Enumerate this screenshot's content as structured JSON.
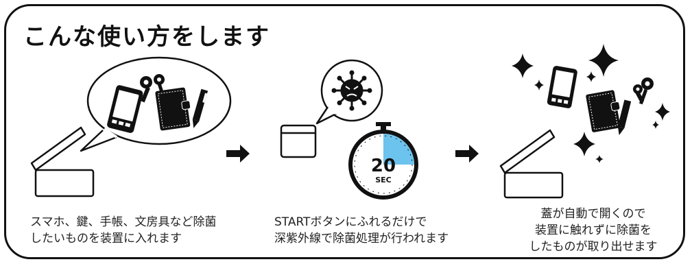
{
  "title": "こんな使い方をします",
  "steps": [
    {
      "lines": [
        "スマホ、鍵、手帳、文房具など除菌",
        "したいものを装置に入れます"
      ]
    },
    {
      "lines": [
        "STARTボタンにふれるだけで",
        "深紫外線で除菌処理が行われます"
      ]
    },
    {
      "lines": [
        "蓋が自動で開くので",
        "装置に触れずに除菌を",
        "したものが取り出せます"
      ]
    }
  ],
  "timer": {
    "value": "20",
    "unit": "SEC",
    "progress": 0.25
  },
  "colors": {
    "accent": "#6cc3ee",
    "ink": "#111111"
  },
  "icons": [
    "container-open-icon",
    "smartphone-icon",
    "key-icon",
    "notebook-icon",
    "pen-icon",
    "germ-icon",
    "container-closed-icon",
    "stopwatch-icon",
    "sparkle-icon",
    "arrow-right-icon"
  ]
}
